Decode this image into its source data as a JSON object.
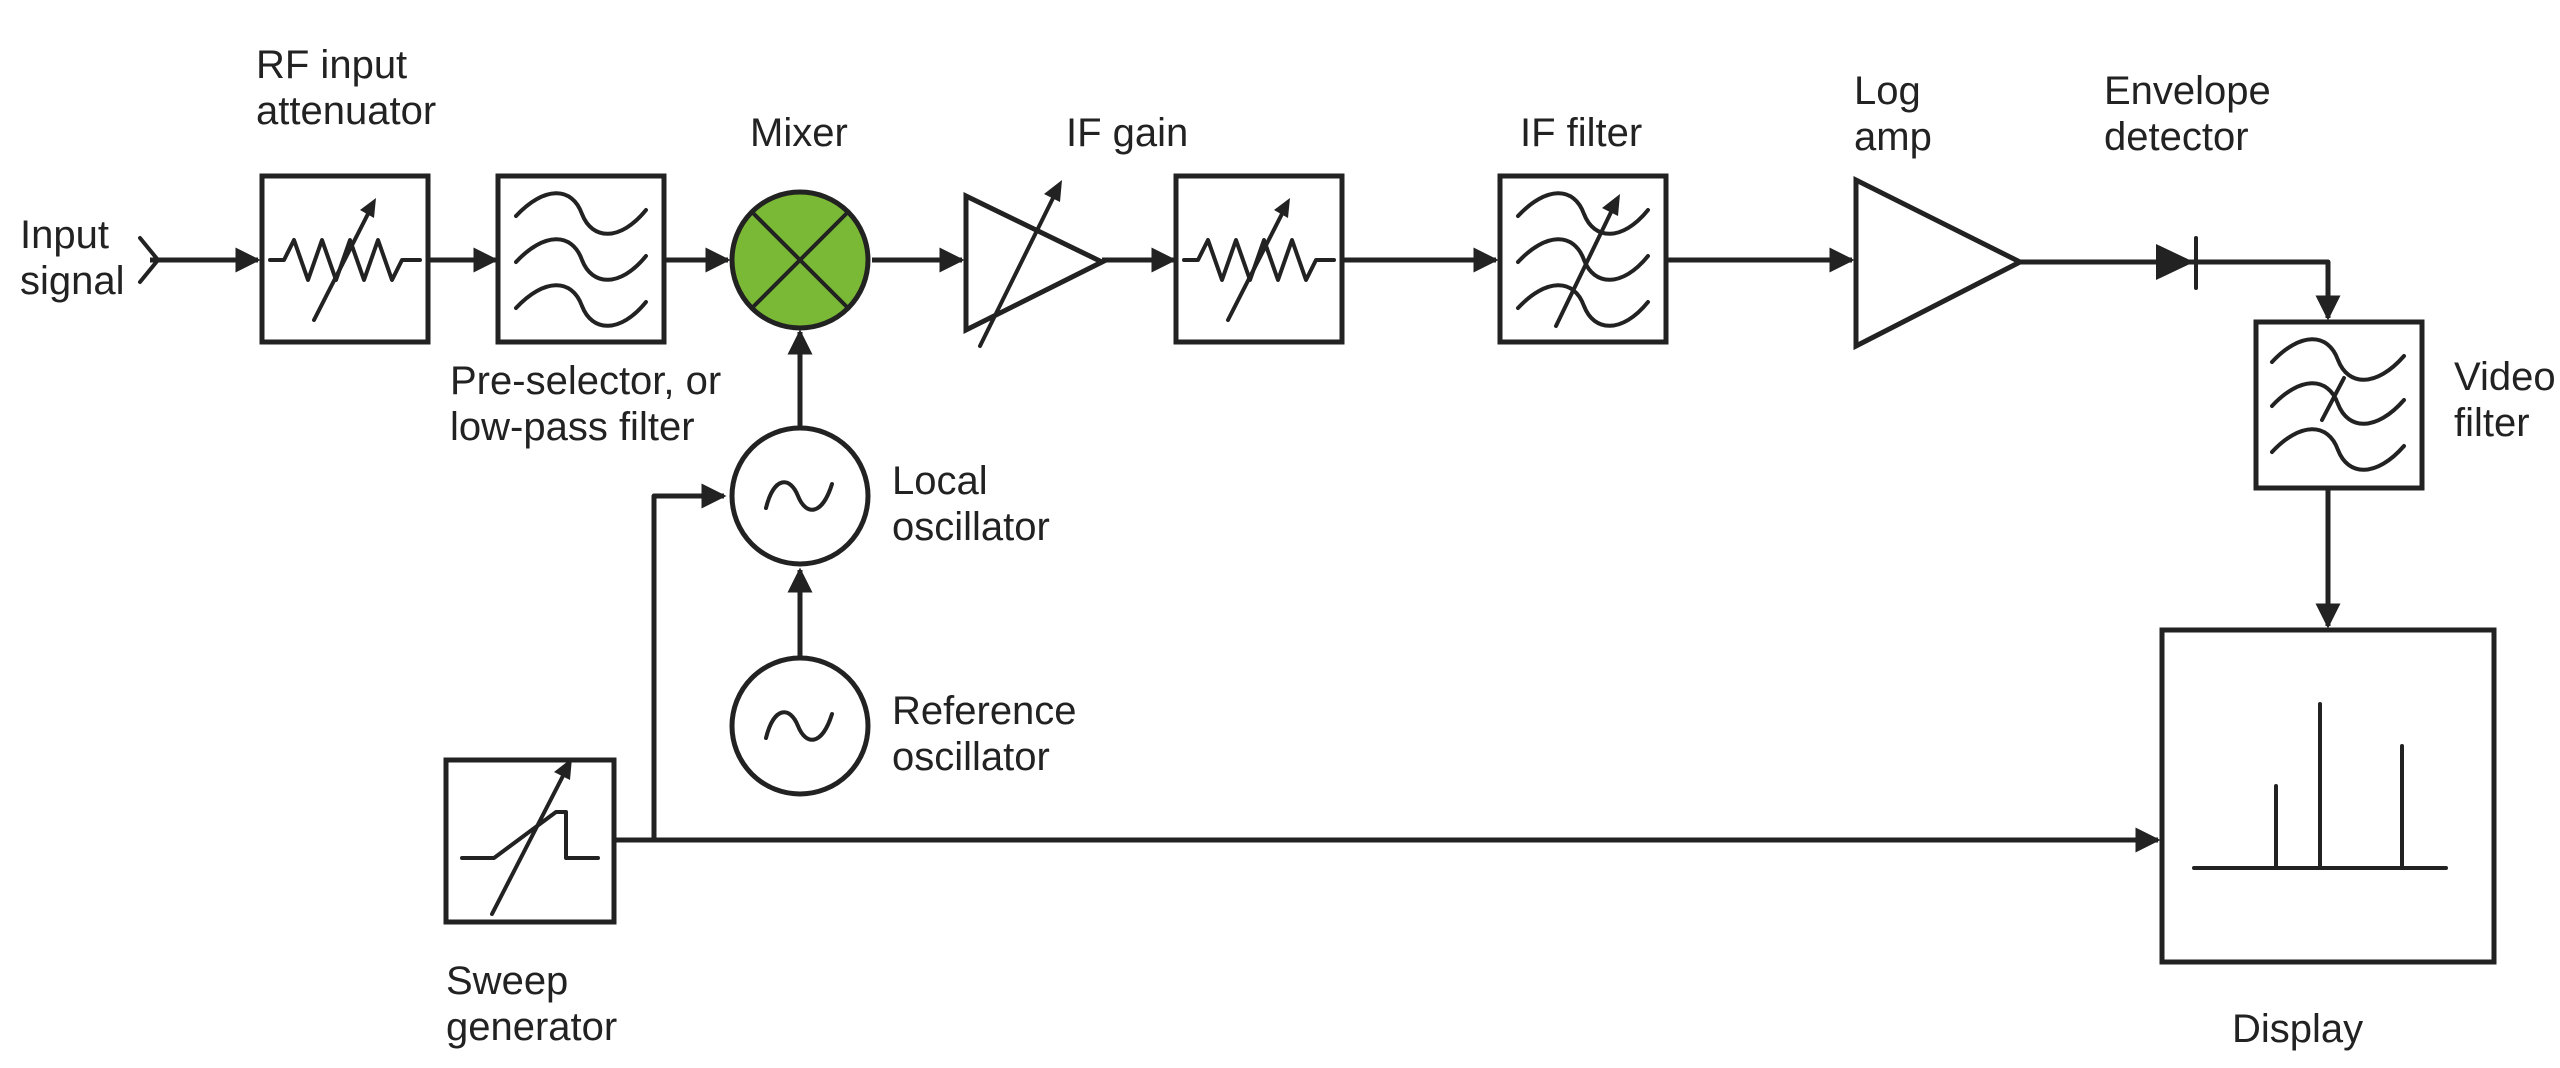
{
  "labels": {
    "input_signal": [
      "Input",
      "signal"
    ],
    "rf_input_attenuator": [
      "RF input",
      "attenuator"
    ],
    "preselector": [
      "Pre-selector, or",
      "low-pass filter"
    ],
    "mixer": [
      "Mixer"
    ],
    "if_gain": [
      "IF gain"
    ],
    "if_filter": [
      "IF filter"
    ],
    "log_amp": [
      "Log",
      "amp"
    ],
    "envelope_detector": [
      "Envelope",
      "detector"
    ],
    "video_filter": [
      "Video",
      "filter"
    ],
    "local_oscillator": [
      "Local",
      "oscillator"
    ],
    "reference_oscillator": [
      "Reference",
      "oscillator"
    ],
    "sweep_generator": [
      "Sweep",
      "generator"
    ],
    "display": [
      "Display"
    ]
  },
  "colors": {
    "attenuator_fill": "#de2e3b",
    "mixer_fill": "#7ab935",
    "line": "#222222"
  },
  "icons": {
    "attenuator": "variable-resistor-icon",
    "filter": "bandpass-filter-icon",
    "mixer": "multiplier-cross-icon",
    "if_gain": "variable-amplifier-icon",
    "log_amp": "amplifier-triangle-icon",
    "detector": "diode-icon",
    "oscillator": "sine-source-icon",
    "sweep": "sawtooth-ramp-icon",
    "display": "spectrum-display-icon"
  }
}
